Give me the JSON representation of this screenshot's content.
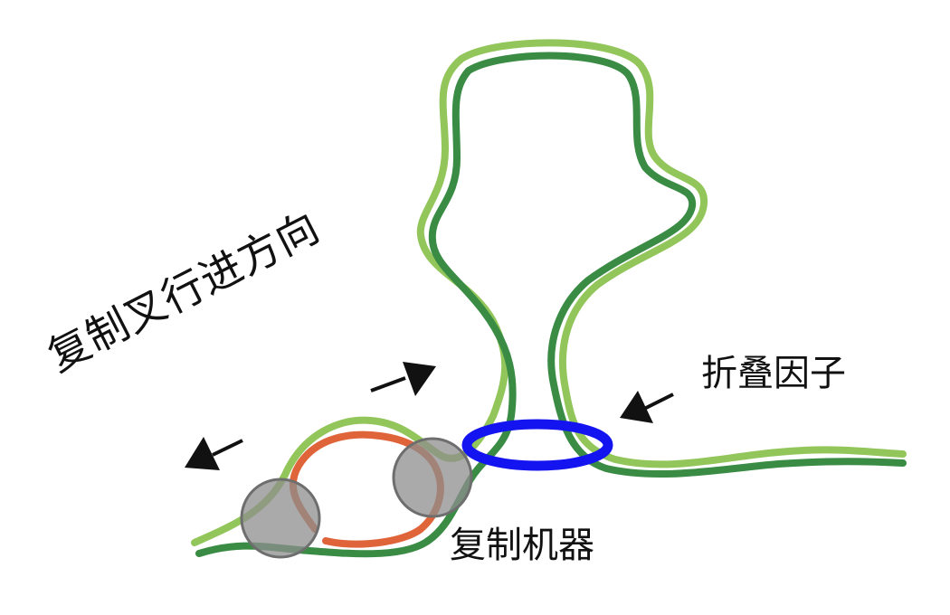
{
  "labels": {
    "fork_direction": "复制叉行进方向",
    "folding_factor": "折叠因子",
    "replication_machinery": "复制机器"
  },
  "colors": {
    "strand_light_green": "#92c55a",
    "strand_dark_green": "#3a8c45",
    "new_strand_orange": "#e0643a",
    "folding_ring_blue": "#1414f0",
    "machinery_gray": "#8e8e8e",
    "arrow_black": "#111111"
  },
  "icons": {
    "direction_arrows": "arrow-icon"
  }
}
